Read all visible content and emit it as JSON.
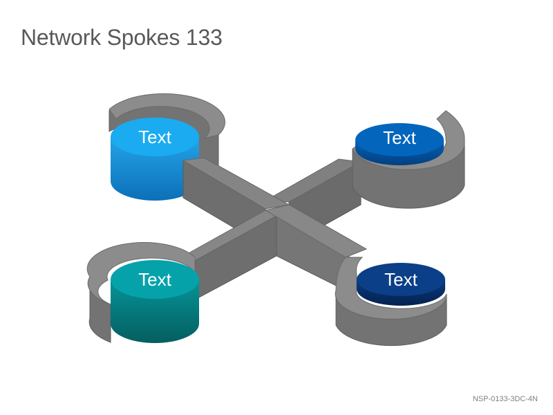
{
  "title": "Network Spokes 133",
  "code": "NSP-0133-3DC-4N",
  "nodes": [
    {
      "label": "Text",
      "top": "#1aabf0",
      "side_top": "#24a3e8",
      "side_bottom": "#0c70b8"
    },
    {
      "label": "Text",
      "top": "#0465bd",
      "side_top": "#0460b4",
      "side_bottom": "#034080"
    },
    {
      "label": "Text",
      "top": "#06a2aa",
      "side_top": "#069499",
      "side_bottom": "#045e5f"
    },
    {
      "label": "Text",
      "top": "#0b3f87",
      "side_top": "#0a3a7e",
      "side_bottom": "#05224f"
    }
  ]
}
